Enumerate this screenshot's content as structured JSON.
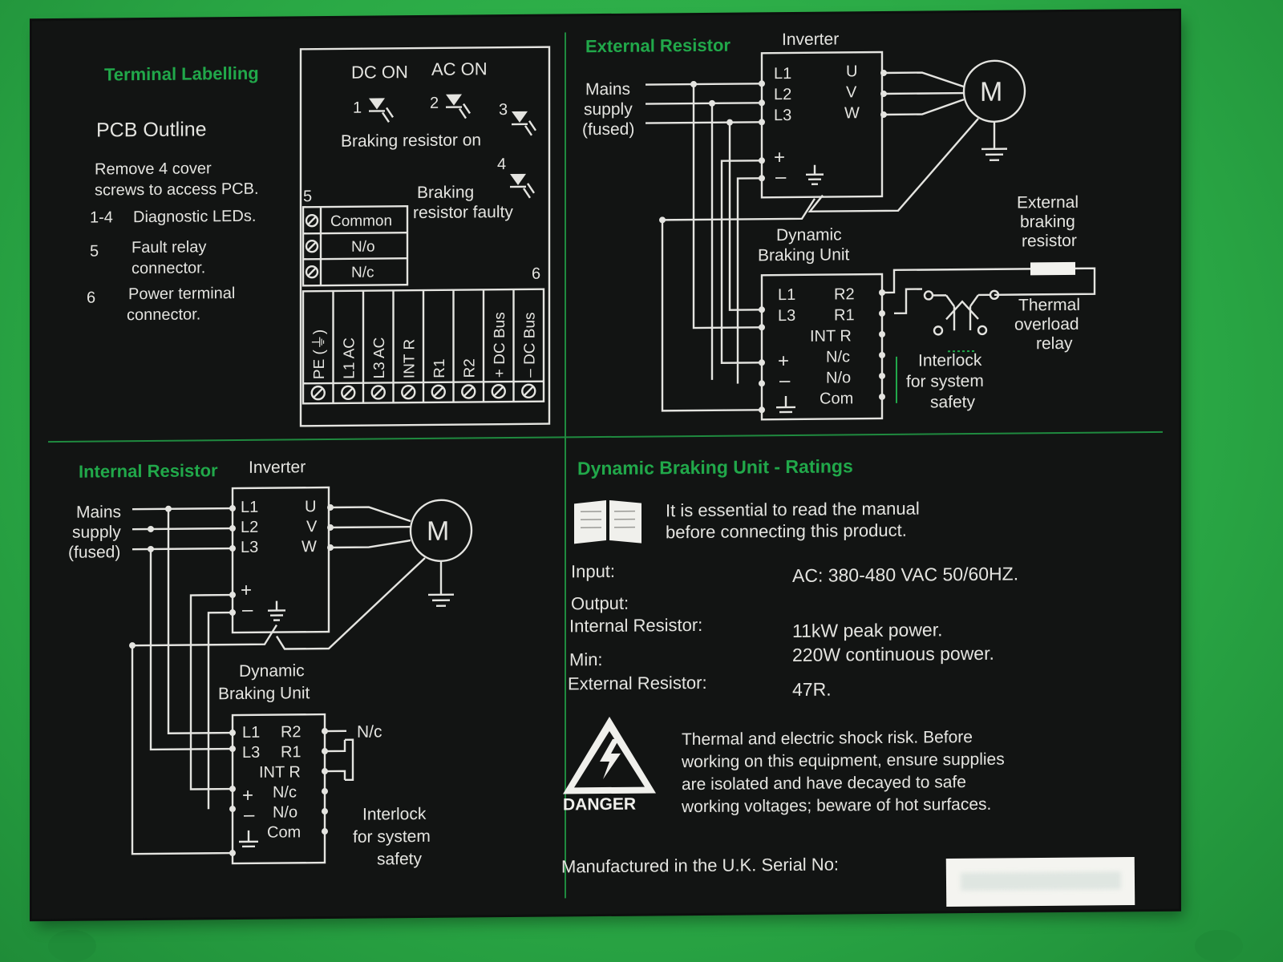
{
  "terminal_labelling": {
    "heading": "Terminal Labelling",
    "pcb_outline": "PCB Outline",
    "cover_line1": "Remove 4 cover",
    "cover_line2": "screws to access PCB.",
    "legend": [
      {
        "num": "1-4",
        "text": "Diagnostic LEDs."
      },
      {
        "num": "5",
        "text": "Fault relay",
        "text2": "connector."
      },
      {
        "num": "6",
        "text": "Power terminal",
        "text2": "connector."
      }
    ]
  },
  "pcb": {
    "dc_on": "DC ON",
    "ac_on": "AC ON",
    "led1": "1",
    "led2": "2",
    "led3": "3",
    "led4": "4",
    "braking_on": "Braking resistor on",
    "braking_faulty_1": "Braking",
    "braking_faulty_2": "resistor faulty",
    "relay_num": "5",
    "power_num": "6",
    "relay_terminals": [
      "Common",
      "N/o",
      "N/c"
    ],
    "power_terminals": [
      "PE (⏚)",
      "L1 AC",
      "L3 AC",
      "INT R",
      "R1",
      "R2",
      "+ DC Bus",
      "– DC Bus"
    ]
  },
  "external_resistor": {
    "heading": "External Resistor",
    "inverter": "Inverter",
    "mains_1": "Mains",
    "mains_2": "supply",
    "mains_3": "(fused)",
    "inv_in": [
      "L1",
      "L2",
      "L3"
    ],
    "inv_out": [
      "U",
      "V",
      "W"
    ],
    "plus": "+",
    "minus": "–",
    "motor": "M",
    "dbu_1": "Dynamic",
    "dbu_2": "Braking Unit",
    "dbu_left": [
      "L1",
      "L3",
      "+",
      "–"
    ],
    "dbu_right": [
      "R2",
      "R1",
      "INT R",
      "N/c",
      "N/o",
      "Com"
    ],
    "ext_res_1": "External",
    "ext_res_2": "braking",
    "ext_res_3": "resistor",
    "thermal_1": "Thermal",
    "thermal_2": "overload",
    "thermal_3": "relay",
    "interlock_1": "Interlock",
    "interlock_2": "for system",
    "interlock_3": "safety"
  },
  "internal_resistor": {
    "heading": "Internal Resistor",
    "inverter": "Inverter",
    "mains_1": "Mains",
    "mains_2": "supply",
    "mains_3": "(fused)",
    "inv_in": [
      "L1",
      "L2",
      "L3"
    ],
    "inv_out": [
      "U",
      "V",
      "W"
    ],
    "plus": "+",
    "minus": "–",
    "motor": "M",
    "dbu_1": "Dynamic",
    "dbu_2": "Braking Unit",
    "dbu_left": [
      "L1",
      "L3",
      "+",
      "–"
    ],
    "dbu_right": [
      "R2",
      "R1",
      "INT R",
      "N/c",
      "N/o",
      "Com"
    ],
    "nc": "N/c",
    "interlock_1": "Interlock",
    "interlock_2": "for system",
    "interlock_3": "safety"
  },
  "ratings": {
    "heading": "Dynamic Braking Unit - Ratings",
    "manual_1": "It is essential to read the manual",
    "manual_2": "before connecting this product.",
    "input_label": "Input:",
    "input_value": "AC: 380-480 VAC 50/60HZ.",
    "output_label": "Output:",
    "internal_label": "Internal Resistor:",
    "internal_v1": "11kW peak power.",
    "internal_v2": "220W continuous power.",
    "min_label": "Min:",
    "external_label": "External Resistor:",
    "external_value": "47R.",
    "danger": "DANGER",
    "warn_1": "Thermal and electric shock risk. Before",
    "warn_2": "working on this equipment, ensure supplies",
    "warn_3": "are isolated and have decayed to safe",
    "warn_4": "working voltages; beware of hot surfaces.",
    "manufactured": "Manufactured in the U.K. Serial No:"
  },
  "colors": {
    "plate": "#121413",
    "housing": "#2fb24a",
    "heading_green": "#21a84a",
    "text": "#e4e4e0"
  },
  "icons": [
    "led-icon",
    "screw-terminal-icon",
    "motor-icon",
    "ground-icon",
    "manual-book-icon",
    "danger-triangle-icon"
  ]
}
